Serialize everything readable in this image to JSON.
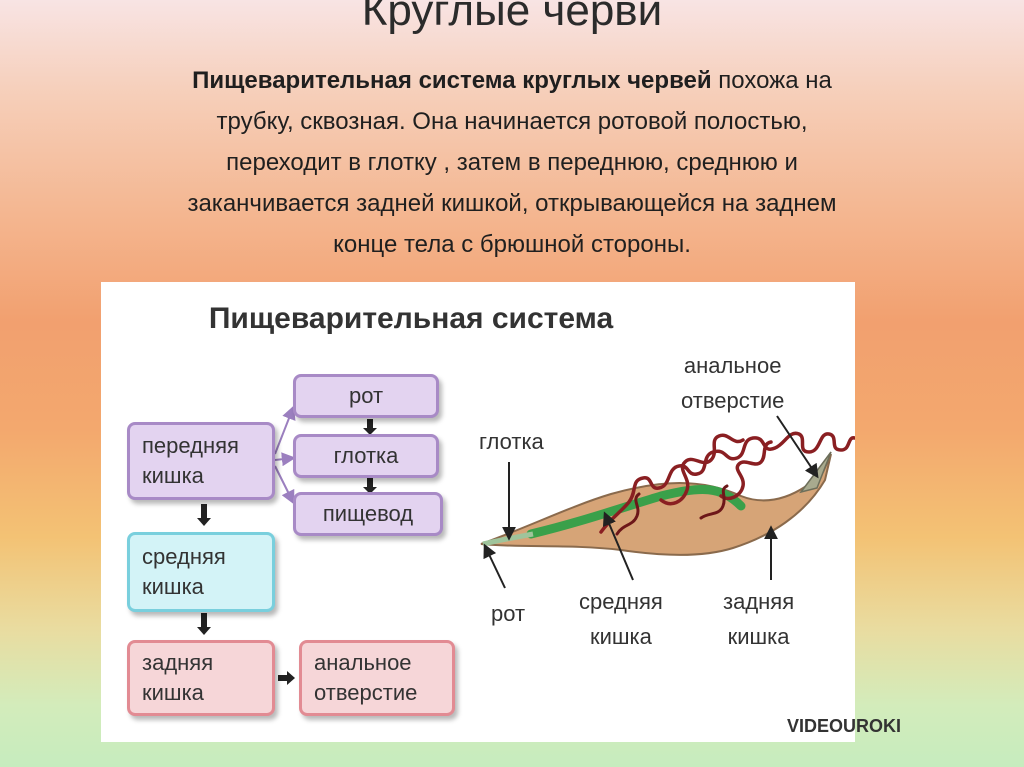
{
  "slide": {
    "title": "Круглые черви",
    "intro_bold": "Пищеварительная система круглых червей",
    "intro_line1_rest": " похожа на",
    "intro_line2": "трубку, сквозная. Она начинается ротовой полостью,",
    "intro_line3": "переходит в глотку , затем в переднюю, среднюю и",
    "intro_line4": "заканчивается задней кишкой, открывающейся на заднем",
    "intro_line5": "конце тела с брюшной стороны."
  },
  "panel": {
    "title": "Пищеварительная система",
    "boxes": {
      "front_intestine": [
        "передняя",
        "кишка"
      ],
      "mouth": "рот",
      "pharynx": "глотка",
      "esophagus": "пищевод",
      "middle_intestine": [
        "средняя",
        "кишка"
      ],
      "rear_intestine": [
        "задняя",
        "кишка"
      ],
      "anus": [
        "анальное",
        "отверстие"
      ]
    },
    "worm_labels": {
      "anus": [
        "анальное",
        "отверстие"
      ],
      "pharynx": "глотка",
      "mouth": "рот",
      "middle_intestine": [
        "средняя",
        "кишка"
      ],
      "rear_intestine": [
        "задняя",
        "кишка"
      ]
    },
    "logo": "VIDEOUROKI"
  },
  "colors": {
    "purple_fill": "#e3d3f0",
    "cyan_fill": "#d3f3f7",
    "pink_fill": "#f6d6d8",
    "worm_body": "#d6a477",
    "intestine": "#3aa04a",
    "reproductive": "#8a1f22"
  }
}
